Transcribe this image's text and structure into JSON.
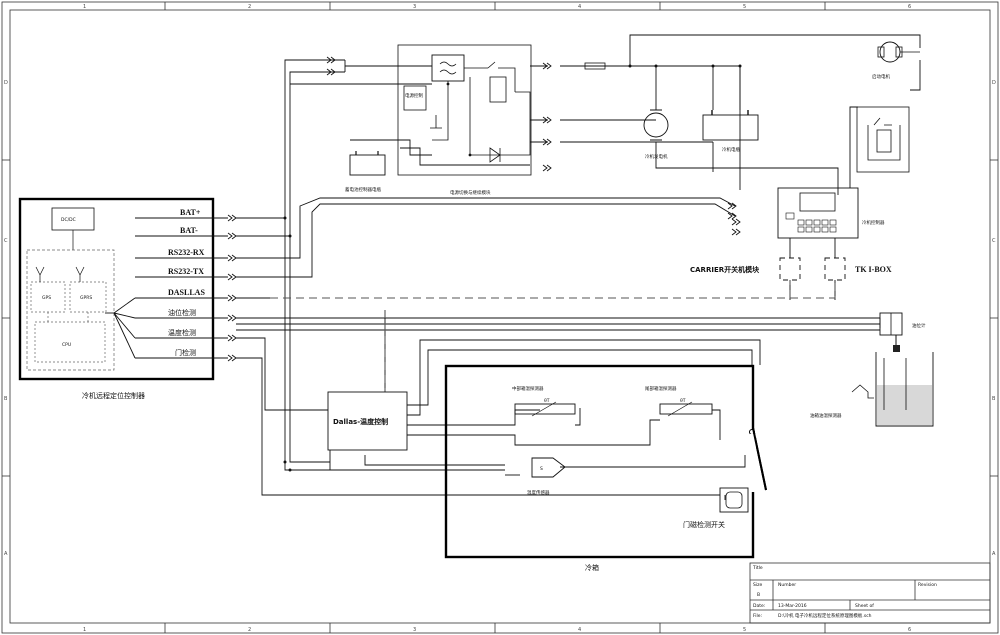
{
  "frame": {
    "top_numbers": [
      "1",
      "2",
      "3",
      "4",
      "5",
      "6"
    ],
    "bottom_numbers": [
      "1",
      "2",
      "3",
      "4",
      "5",
      "6"
    ],
    "left_letters": [
      "D",
      "C",
      "B",
      "A"
    ],
    "right_letters": [
      "D",
      "C",
      "B",
      "A"
    ]
  },
  "controller": {
    "label": "冷机远程定位控制器",
    "dcdc": "DC/DC",
    "gps": "GPS",
    "gprs": "GPRS",
    "cpu": "CPU"
  },
  "signals": [
    "BAT+",
    "BAT-",
    "RS232-RX",
    "RS232-TX",
    "DASLLAS",
    "油位检测",
    "温度检测",
    "门检测"
  ],
  "components": {
    "battery_switch_label": "蓄电池控制器电瓶",
    "relay_module_label": "电源切换与继续模块",
    "relay_inner_label": "电源控制",
    "compressor_motor_label": "冷机发电机",
    "reefer_battery_label": "冷机电瓶",
    "fan_motor_label": "启动电机",
    "reefer_controller_label": "冷机控制器",
    "carrier_label": "CARRIER开关机模块",
    "tk_label": "TK I-BOX",
    "fuel_gauge_label": "油位计",
    "fuel_sensor_label": "油箱油温探测器",
    "dallas_label": "Dallas-温度控制",
    "middle_sensor_label": "中部箱温探测器",
    "tail_sensor_label": "尾部箱温探测器",
    "temp_sensor_label": "温度传感器",
    "door_switch_label": "门磁检测开关",
    "cargo_box_label": "冷箱",
    "sensor_symbol": "θT",
    "s_symbol": "S"
  },
  "title_block": {
    "title_label": "Title",
    "size_label": "Size",
    "size_value": "B",
    "number_label": "Number",
    "revision_label": "Revision",
    "date_label": "Date:",
    "date_value": "13-Mar-2016",
    "sheet_label": "Sheet    of",
    "file_label": "File:",
    "file_value": "D:\\冷机 电子冷机远程定位系统原理图模板.sch"
  },
  "colors": {
    "line": "#1a1a1a",
    "thick": "#000000",
    "dashed": "#555555"
  }
}
